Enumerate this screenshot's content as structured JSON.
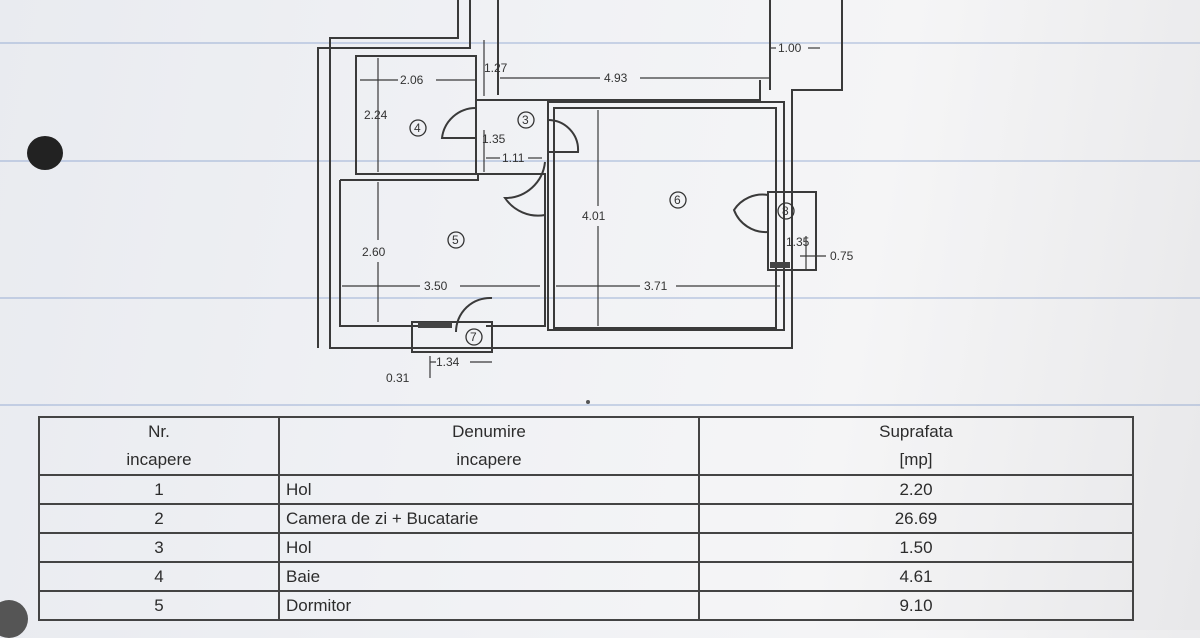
{
  "floor_plan": {
    "dimensions": [
      "2.06",
      "1.27",
      "4.93",
      "1.00",
      "2.24",
      "1.35",
      "1.11",
      "4.01",
      "2.60",
      "3.50",
      "3.71",
      "1.35",
      "0.75",
      "1.34",
      "0.31"
    ],
    "room_markers": [
      "3",
      "4",
      "5",
      "6",
      "7",
      "8"
    ]
  },
  "table": {
    "headers": {
      "nr_line1": "Nr.",
      "nr_line2": "incapere",
      "name_line1": "Denumire",
      "name_line2": "incapere",
      "area_line1": "Suprafata",
      "area_line2": "[mp]"
    },
    "rows": [
      {
        "nr": "1",
        "name": "Hol",
        "area": "2.20"
      },
      {
        "nr": "2",
        "name": "Camera de zi + Bucatarie",
        "area": "26.69"
      },
      {
        "nr": "3",
        "name": "Hol",
        "area": "1.50"
      },
      {
        "nr": "4",
        "name": "Baie",
        "area": "4.61"
      },
      {
        "nr": "5",
        "name": "Dormitor",
        "area": "9.10"
      }
    ]
  }
}
